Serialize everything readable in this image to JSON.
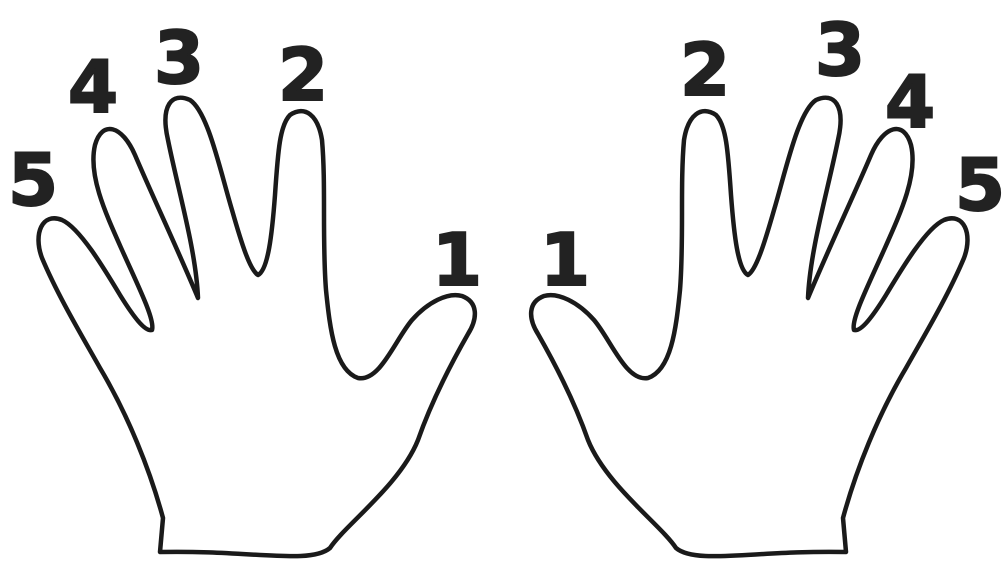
{
  "left_hand": {
    "finger_labels": {
      "thumb": "1",
      "index": "2",
      "middle": "3",
      "ring": "4",
      "pinky": "5"
    }
  },
  "right_hand": {
    "finger_labels": {
      "thumb": "1",
      "index": "2",
      "middle": "3",
      "ring": "4",
      "pinky": "5"
    }
  },
  "colors": {
    "outline": "#1a1a1a",
    "numbers": "#222222",
    "background": "#ffffff"
  }
}
